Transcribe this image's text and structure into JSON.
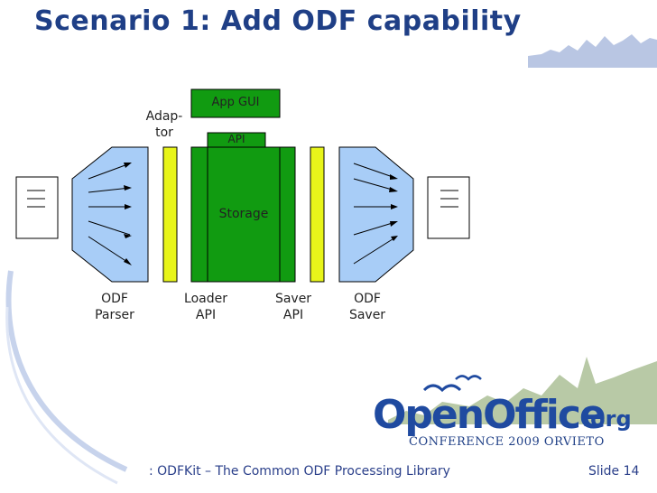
{
  "slide": {
    "title": "Scenario 1: Add ODF capability",
    "footer_text": ": ODFKit – The Common ODF Processing Library",
    "slide_number": "Slide 14"
  },
  "diagram": {
    "app_gui": "App GUI",
    "adaptor_line1": "Adap-",
    "adaptor_line2": "tor",
    "api": "API",
    "storage": "Storage",
    "odf_parser_line1": "ODF",
    "odf_parser_line2": "Parser",
    "loader_api_line1": "Loader",
    "loader_api_line2": "API",
    "saver_api_line1": "Saver",
    "saver_api_line2": "API",
    "odf_saver_line1": "ODF",
    "odf_saver_line2": "Saver"
  },
  "logo": {
    "main": "OpenOffice",
    "suffix": ".org",
    "subtitle": "CONFERENCE  2009  ORVIETO"
  },
  "colors": {
    "title": "#1f3f86",
    "green": "#119b11",
    "yellow": "#e8f51a",
    "blue_shape": "#a8cdf7",
    "accent_blue": "#1f4aa0"
  }
}
